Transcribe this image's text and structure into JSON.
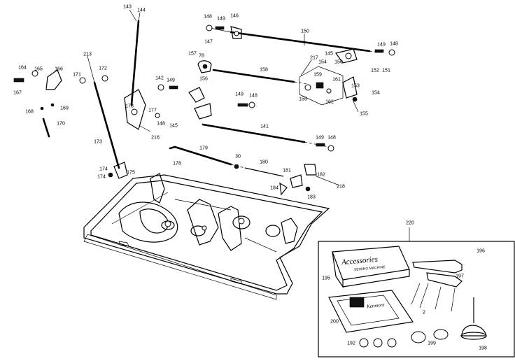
{
  "labels": [
    "143",
    "144",
    "148",
    "149",
    "146",
    "150",
    "157",
    "78",
    "147",
    "217",
    "145",
    "149",
    "148",
    "152",
    "151",
    "154",
    "158",
    "156",
    "150",
    "159",
    "161",
    "162",
    "155",
    "153",
    "154",
    "155",
    "164",
    "165",
    "166",
    "167",
    "168",
    "169",
    "170",
    "171",
    "172",
    "213",
    "142",
    "149",
    "149",
    "148",
    "141",
    "216",
    "148",
    "145",
    "174",
    "177",
    "178",
    "173",
    "148",
    "149",
    "178",
    "30",
    "179",
    "180",
    "181",
    "182",
    "183",
    "184",
    "174",
    "175",
    "218",
    "220",
    "196",
    "197",
    "195",
    "200",
    "192",
    "199",
    "198",
    "2"
  ],
  "box": {
    "tin_title": "Accessories",
    "tin_subtitle": "SEWING MACHINE",
    "book_title": "Kenmore"
  }
}
